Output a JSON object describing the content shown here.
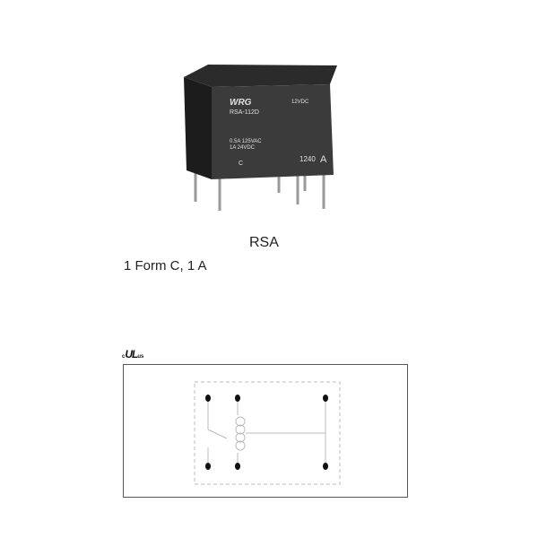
{
  "product": {
    "title": "RSA",
    "subtitle": "1 Form C, 1 A",
    "relay_markings": {
      "brand": "WRG",
      "model": "RSA-112D",
      "coil": "12VDC",
      "rating_1": "0.5A  125VAC",
      "rating_2": "1A  24VDC",
      "mark_c": "C",
      "code": "1240",
      "code_suffix": "A"
    },
    "certification": {
      "prefix": "c",
      "mark": "UL",
      "suffix": "us"
    }
  },
  "colors": {
    "relay_front": "#3a3a3a",
    "relay_top": "#2a2a2a",
    "relay_side": "#1e1e1e",
    "pin": "#9a9a9a"
  }
}
